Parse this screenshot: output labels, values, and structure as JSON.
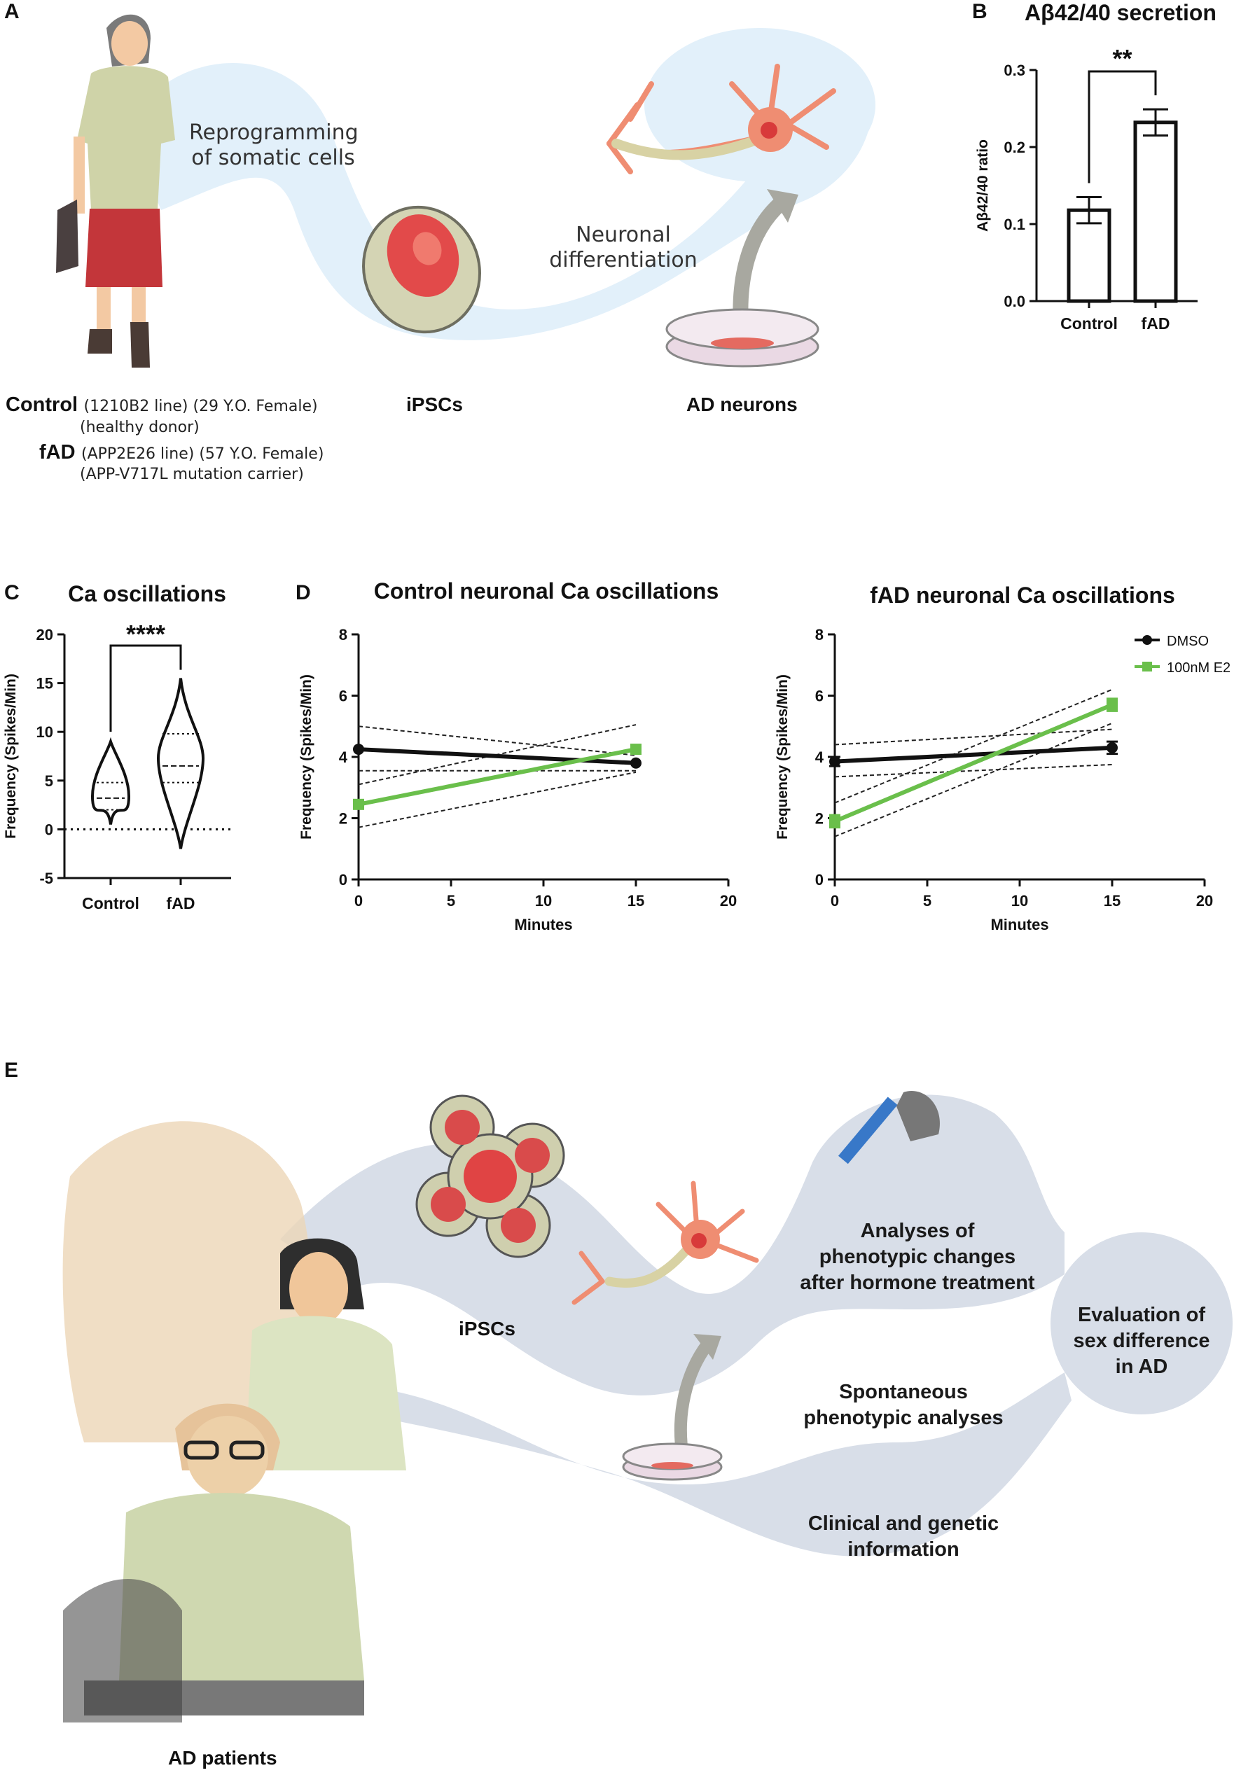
{
  "panels": {
    "A": "A",
    "B": "B",
    "C": "C",
    "D": "D",
    "E": "E"
  },
  "panel_a": {
    "reprogramming": [
      "Reprogramming",
      "of somatic cells"
    ],
    "differentiation": [
      "Neuronal",
      "differentiation"
    ],
    "ipscs_label": "iPSCs",
    "neurons_label": "AD neurons",
    "control_name": "Control",
    "control_line1": "(1210B2 line) (29 Y.O. Female)",
    "control_line2": "(healthy donor)",
    "fad_name": "fAD",
    "fad_line1": "(APP2E26 line) (57 Y.O. Female)",
    "fad_line2": "(APP-V717L mutation carrier)"
  },
  "panel_e": {
    "ipscs_label": "iPSCs",
    "analyses": [
      "Analyses of",
      "phenotypic changes",
      "after hormone treatment"
    ],
    "spontaneous": [
      "Spontaneous",
      "phenotypic analyses"
    ],
    "clinical": [
      "Clinical and genetic",
      "information"
    ],
    "evaluation": [
      "Evaluation of",
      "sex difference",
      "in AD"
    ],
    "patients_label": "AD patients"
  },
  "chart_data": [
    {
      "id": "B",
      "type": "bar",
      "title": "Aβ42/40 secretion",
      "ylabel": "Aβ42/40 ratio",
      "categories": [
        "Control",
        "fAD"
      ],
      "values": [
        0.118,
        0.232
      ],
      "errors": [
        0.017,
        0.017
      ],
      "ylim": [
        0,
        0.3
      ],
      "yticks": [
        "0.0",
        "0.1",
        "0.2",
        "0.3"
      ],
      "significance": "**"
    },
    {
      "id": "C",
      "type": "violin",
      "title": "Ca oscillations",
      "ylabel": "Frequency (Spikes/Min)",
      "categories": [
        "Control",
        "fAD"
      ],
      "ylim": [
        -5,
        20
      ],
      "yticks": [
        "-5",
        "0",
        "5",
        "10",
        "15",
        "20"
      ],
      "violins": [
        {
          "min": 0.5,
          "max": 9,
          "q1": 2,
          "median": 3.2,
          "q3": 4.8
        },
        {
          "min": -2,
          "max": 15.5,
          "q1": 4.8,
          "median": 6.5,
          "q3": 9.8
        }
      ],
      "significance": "****"
    },
    {
      "id": "D1",
      "type": "line",
      "title": "Control neuronal Ca oscillations",
      "xlabel": "Minutes",
      "ylabel": "Frequency (Spikes/Min)",
      "xlim": [
        0,
        20
      ],
      "ylim": [
        0,
        8
      ],
      "xticks": [
        "0",
        "5",
        "10",
        "15",
        "20"
      ],
      "yticks": [
        "0",
        "2",
        "4",
        "6",
        "8"
      ],
      "x": [
        0,
        15
      ],
      "series": [
        {
          "name": "DMSO",
          "color": "#111111",
          "values": [
            4.25,
            3.8
          ],
          "ci_lower": [
            3.55,
            3.55
          ],
          "ci_upper": [
            5.0,
            4.05
          ]
        },
        {
          "name": "100nM E2",
          "color": "#6abf4b",
          "values": [
            2.45,
            4.25
          ],
          "ci_lower": [
            1.7,
            3.5
          ],
          "ci_upper": [
            3.1,
            5.05
          ]
        }
      ]
    },
    {
      "id": "D2",
      "type": "line",
      "title": "fAD neuronal Ca oscillations",
      "xlabel": "Minutes",
      "ylabel": "Frequency (Spikes/Min)",
      "xlim": [
        0,
        20
      ],
      "ylim": [
        0,
        8
      ],
      "xticks": [
        "0",
        "5",
        "10",
        "15",
        "20"
      ],
      "yticks": [
        "0",
        "2",
        "4",
        "6",
        "8"
      ],
      "x": [
        0,
        15
      ],
      "legend": [
        "DMSO",
        "100nM E2"
      ],
      "series": [
        {
          "name": "DMSO",
          "color": "#111111",
          "values": [
            3.85,
            4.3
          ],
          "errors": [
            0.15,
            0.2
          ],
          "ci_lower": [
            3.35,
            3.75
          ],
          "ci_upper": [
            4.4,
            4.9
          ]
        },
        {
          "name": "100nM E2",
          "color": "#6abf4b",
          "values": [
            1.9,
            5.7
          ],
          "errors": [
            0.2,
            0.2
          ],
          "ci_lower": [
            1.4,
            5.1
          ],
          "ci_upper": [
            2.5,
            6.2
          ]
        }
      ]
    }
  ]
}
